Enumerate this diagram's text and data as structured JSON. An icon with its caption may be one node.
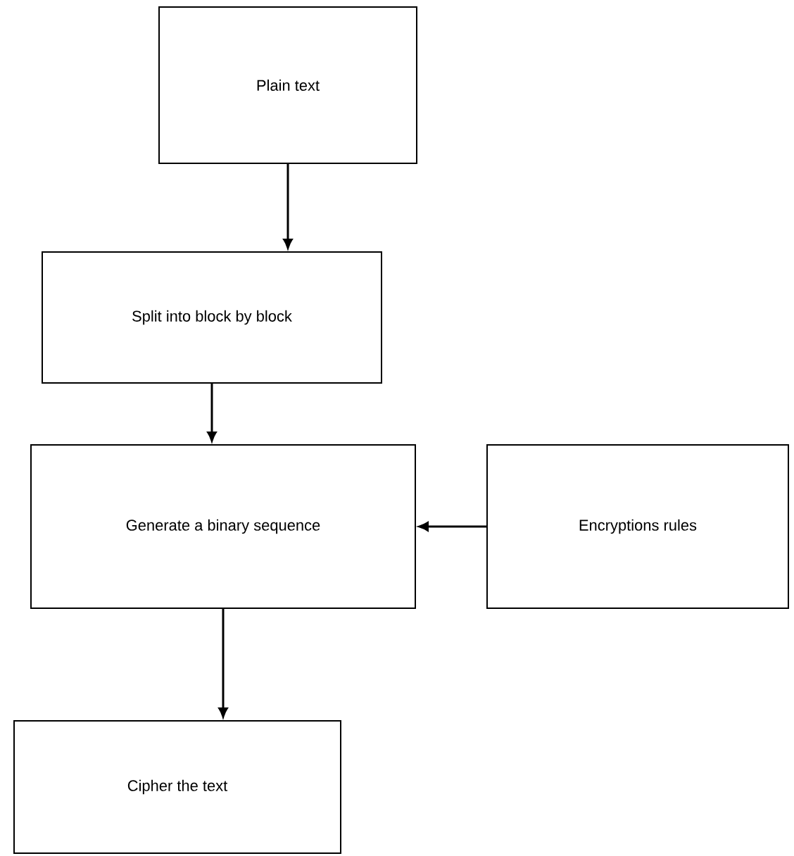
{
  "diagram": {
    "nodes": [
      {
        "text": [
          "Plain text"
        ]
      },
      {
        "text": [
          "Split into block by block"
        ]
      },
      {
        "text": [
          "Generate a binary sequence"
        ]
      },
      {
        "text": [
          "Encryptions rules"
        ]
      },
      {
        "text": [
          "Cipher the text"
        ]
      }
    ],
    "edges": [
      {
        "from": 0,
        "to": 1,
        "arrow": "to"
      },
      {
        "from": 1,
        "to": 2,
        "arrow": "to"
      },
      {
        "from": 3,
        "to": 2,
        "arrow": "to"
      },
      {
        "from": 2,
        "to": 4,
        "arrow": "to"
      }
    ]
  }
}
